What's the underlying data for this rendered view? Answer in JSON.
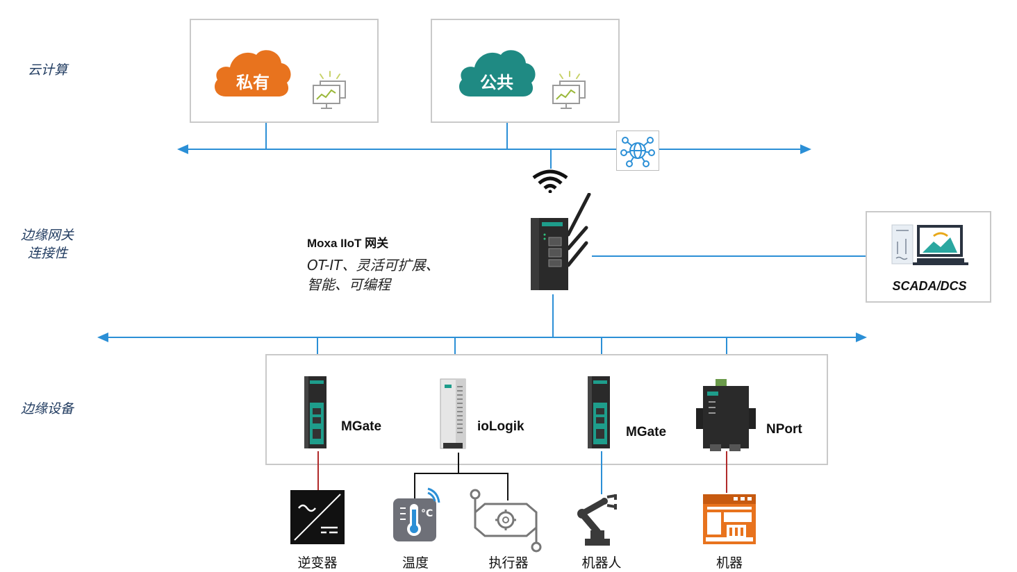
{
  "layers": {
    "cloud": "云计算",
    "edge_gateway_line1": "边缘网关",
    "edge_gateway_line2": "连接性",
    "edge_devices": "边缘设备"
  },
  "clouds": {
    "private": "私有",
    "public": "公共"
  },
  "gateway": {
    "title": "Moxa IIoT 网关",
    "desc_line1": "OT-IT、灵活可扩展、",
    "desc_line2": "智能、可编程"
  },
  "scada": {
    "label": "SCADA/DCS"
  },
  "devices": {
    "mgate1": "MGate",
    "iologik": "ioLogik",
    "mgate2": "MGate",
    "nport": "NPort"
  },
  "endpoints": {
    "inverter": "逆变器",
    "temperature": "温度",
    "actuator": "执行器",
    "robot": "机器人",
    "machine": "机器"
  },
  "colors": {
    "private_cloud": "#e8731e",
    "public_cloud": "#1f8a83",
    "network_line": "#2b8fd6",
    "serial_line": "#b02a2a",
    "device_teal": "#1e9d8b",
    "machine_orange": "#e8731e"
  },
  "icons": {
    "monitor": "monitor-chart-icon",
    "network_hub": "network-hub-icon",
    "wifi": "wifi-icon",
    "gateway": "iiot-gateway-icon",
    "scada": "scada-screen-icon"
  }
}
